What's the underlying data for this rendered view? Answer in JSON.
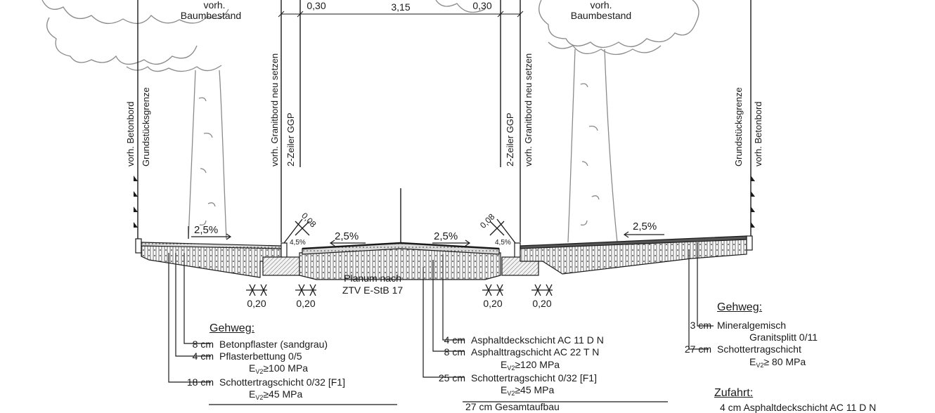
{
  "dimensions_top": {
    "left_margin": "0,30",
    "road_width": "3,15",
    "right_margin": "0,30"
  },
  "tree_labels": {
    "left": [
      "vorh.",
      "Baumbestand"
    ],
    "right": [
      "vorh.",
      "Baumbestand"
    ]
  },
  "vertical_labels": {
    "left_betonbord": "vorh. Betonbord",
    "left_grundstueck": "Grundstücksgrenze",
    "left_granitbord": "vorh. Granitbord neu setzen",
    "left_zeiler": "2-Zeiler GGP",
    "right_zeiler": "2-Zeiler GGP",
    "right_granitbord": "vorh. Granitbord neu setzen",
    "right_grundstueck": "Grundstücksgrenze",
    "right_betonbord": "vorh. Betonbord"
  },
  "slopes": {
    "sidewalk_left": "2,5%",
    "gutter_left": "4,5%",
    "road_left": "2,5%",
    "road_right": "2,5%",
    "gutter_right": "4,5%",
    "sidewalk_right": "2,5%"
  },
  "small_dims": {
    "curb_left": "0,08",
    "curb_right": "0,08"
  },
  "bottom_dims": [
    "0,20",
    "0,20",
    "0,20",
    "0,20"
  ],
  "planum": [
    "Planum nach",
    "ZTV E-StB 17"
  ],
  "left_section": {
    "heading": "Gehweg:",
    "layers": [
      {
        "thickness": "8 cm",
        "text": "Betonpflaster (sandgrau)"
      },
      {
        "thickness": "4 cm",
        "text": "Pflasterbettung 0/5"
      },
      {
        "thickness": "",
        "text_prefix": "E",
        "text_sub": "V2",
        "text_suffix": "≥100 MPa"
      },
      {
        "thickness": "18 cm",
        "text": "Schottertragschicht 0/32 [F1]"
      },
      {
        "thickness": "",
        "text_prefix": "E",
        "text_sub": "V2",
        "text_suffix": "≥45 MPa"
      }
    ]
  },
  "center_section": {
    "layers": [
      {
        "thickness": "4 cm",
        "text": "Asphaltdeckschicht AC 11 D N"
      },
      {
        "thickness": "8 cm",
        "text": "Asphalttragschicht AC 22 T N"
      },
      {
        "thickness": "",
        "text_prefix": "E",
        "text_sub": "V2",
        "text_suffix": "≥120 MPa"
      },
      {
        "thickness": "25 cm",
        "text": "Schottertragschicht 0/32 [F1]"
      },
      {
        "thickness": "",
        "text_prefix": "E",
        "text_sub": "V2",
        "text_suffix": "≥45 MPa"
      }
    ],
    "cut_off": "27 cm Gesamtaufbau"
  },
  "right_section": {
    "heading": "Gehweg:",
    "layers": [
      {
        "thickness": "3 cm",
        "text": "Mineralgemisch"
      },
      {
        "thickness": "",
        "text": "Granitsplitt 0/11"
      },
      {
        "thickness": "27 cm",
        "text": "Schottertragschicht"
      },
      {
        "thickness": "",
        "text_prefix": "E",
        "text_sub": "V2",
        "text_suffix": "≥ 80 MPa"
      }
    ]
  },
  "right_section_2": {
    "heading": "Zufahrt:",
    "cut_off": "4 cm Asphaltdeckschicht AC 11 D N"
  },
  "colors": {
    "line": "#1a1a1a",
    "tree": "#8a8a8a",
    "fill_light": "#e6e6e6",
    "fill_dark": "#555555"
  }
}
